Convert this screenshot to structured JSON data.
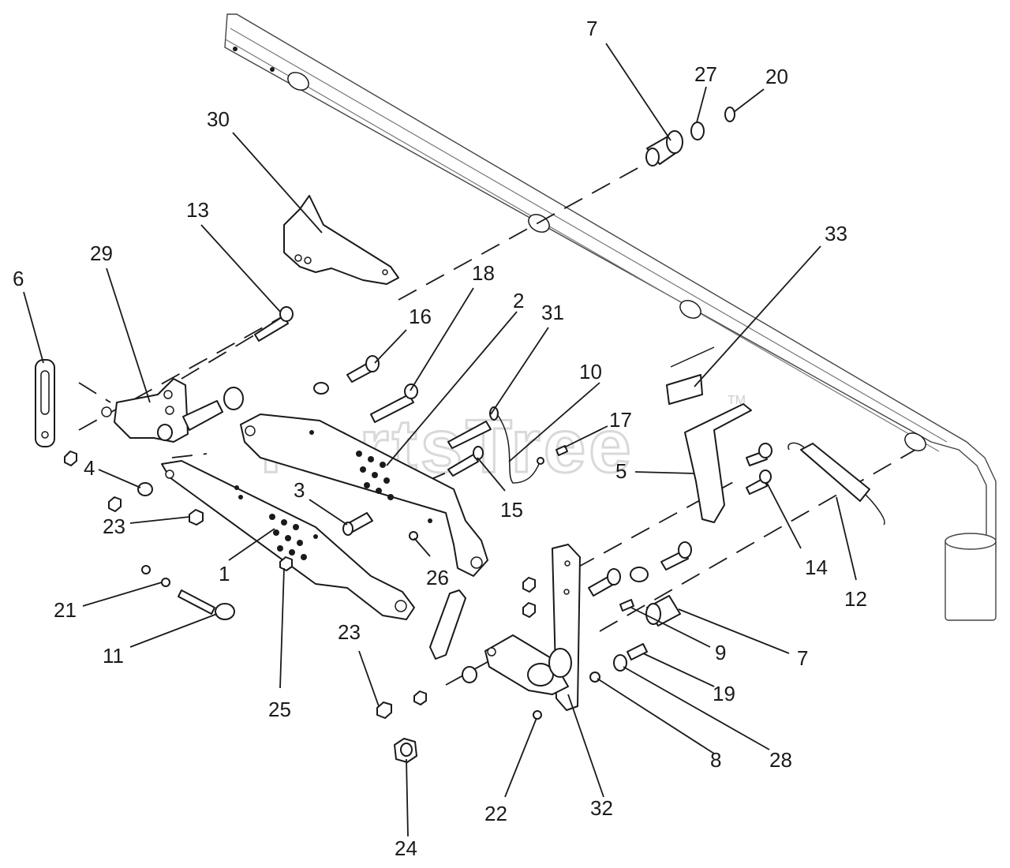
{
  "watermark": {
    "text": "PartsTree",
    "trademark": "TM"
  },
  "callouts": [
    {
      "id": "c7a",
      "label": "7"
    },
    {
      "id": "c27",
      "label": "27"
    },
    {
      "id": "c20",
      "label": "20"
    },
    {
      "id": "c30",
      "label": "30"
    },
    {
      "id": "c13",
      "label": "13"
    },
    {
      "id": "c29",
      "label": "29"
    },
    {
      "id": "c6",
      "label": "6"
    },
    {
      "id": "c18",
      "label": "18"
    },
    {
      "id": "c2",
      "label": "2"
    },
    {
      "id": "c31",
      "label": "31"
    },
    {
      "id": "c16",
      "label": "16"
    },
    {
      "id": "c10",
      "label": "10"
    },
    {
      "id": "c33",
      "label": "33"
    },
    {
      "id": "c17",
      "label": "17"
    },
    {
      "id": "c5",
      "label": "5"
    },
    {
      "id": "c15",
      "label": "15"
    },
    {
      "id": "c3",
      "label": "3"
    },
    {
      "id": "c4",
      "label": "4"
    },
    {
      "id": "c23a",
      "label": "23"
    },
    {
      "id": "c1",
      "label": "1"
    },
    {
      "id": "c26",
      "label": "26"
    },
    {
      "id": "c14",
      "label": "14"
    },
    {
      "id": "c12",
      "label": "12"
    },
    {
      "id": "c21",
      "label": "21"
    },
    {
      "id": "c11",
      "label": "11"
    },
    {
      "id": "c25",
      "label": "25"
    },
    {
      "id": "c23b",
      "label": "23"
    },
    {
      "id": "c9",
      "label": "9"
    },
    {
      "id": "c7b",
      "label": "7"
    },
    {
      "id": "c19",
      "label": "19"
    },
    {
      "id": "c28",
      "label": "28"
    },
    {
      "id": "c8",
      "label": "8"
    },
    {
      "id": "c22",
      "label": "22"
    },
    {
      "id": "c32",
      "label": "32"
    },
    {
      "id": "c24",
      "label": "24"
    }
  ]
}
